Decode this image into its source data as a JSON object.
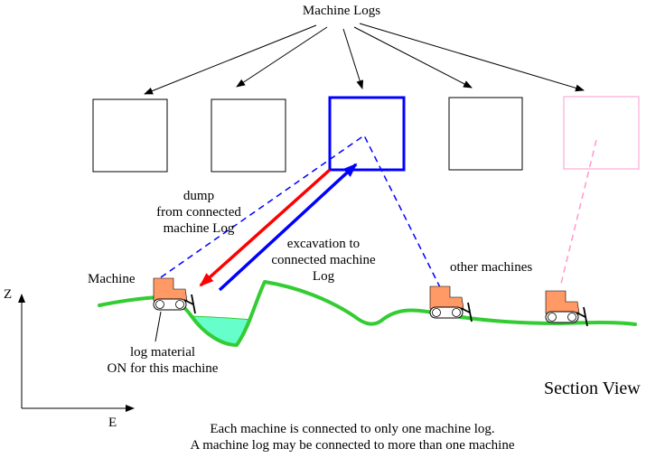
{
  "title": "Machine Logs",
  "labels": {
    "dump_line1": "dump",
    "dump_line2": "from connected",
    "dump_line3": "machine Log",
    "excavation_line1": "excavation to",
    "excavation_line2": "connected machine",
    "excavation_line3": "Log",
    "machine": "Machine",
    "other_machines": "other machines",
    "log_material_line1": "log material",
    "log_material_line2": "ON for this machine",
    "section_view": "Section View",
    "axis_z": "Z",
    "axis_e": "E"
  },
  "notes": {
    "line1": "Each machine is connected to only one machine log.",
    "line2": "A machine log may be connected to more than one machine"
  },
  "colors": {
    "ground": "#33cc33",
    "log_material_fill": "#66ffcc",
    "machine_body": "#ff9966",
    "selected_log": "#0000ff",
    "dump_arrow": "#ff0000",
    "excavation_arrow": "#0000ff",
    "inactive_log": "#ff99cc"
  }
}
